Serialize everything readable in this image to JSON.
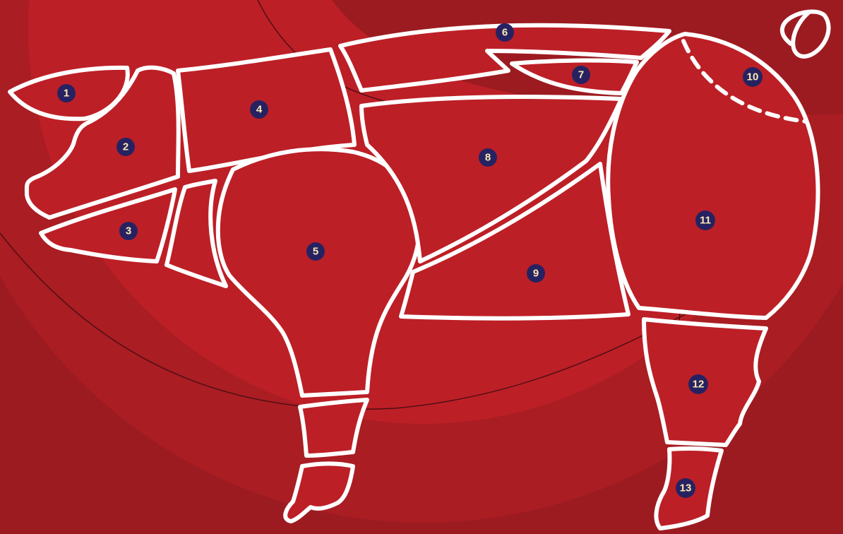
{
  "colors": {
    "background": "#9c1b21",
    "mid_band": "#a91d23",
    "cut_fill": "#bd1f26",
    "outline": "#ffffff",
    "badge": "#262262",
    "badge_text": "#fde9b3"
  },
  "cuts": [
    {
      "id": "1",
      "label": "1"
    },
    {
      "id": "2",
      "label": "2"
    },
    {
      "id": "3",
      "label": "3"
    },
    {
      "id": "4",
      "label": "4"
    },
    {
      "id": "5",
      "label": "5"
    },
    {
      "id": "6",
      "label": "6"
    },
    {
      "id": "7",
      "label": "7"
    },
    {
      "id": "8",
      "label": "8"
    },
    {
      "id": "9",
      "label": "9"
    },
    {
      "id": "10",
      "label": "10"
    },
    {
      "id": "11",
      "label": "11"
    },
    {
      "id": "12",
      "label": "12"
    },
    {
      "id": "13",
      "label": "13"
    }
  ]
}
